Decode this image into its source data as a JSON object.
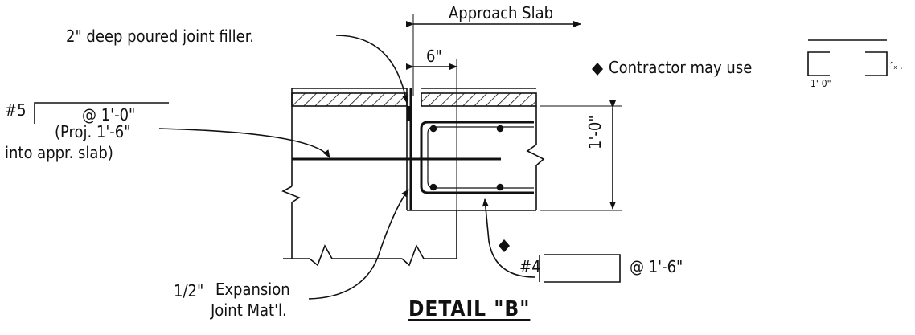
{
  "labels": {
    "approach_slab": "Approach Slab",
    "joint_filler": "2\" deep poured joint filler.",
    "dim_6in": "6\"",
    "contractor_note": "Contractor may use",
    "contractor_suffix": "″ₓ .",
    "contractor_dim": "1'-0\"",
    "bar5_mark": "#5",
    "bar5_spacing": "@ 1'-0\"",
    "bar5_proj": "(Proj. 1'-6\"",
    "bar5_into": "into appr. slab)",
    "dim_1ft": "1'-0\"",
    "bar4_mark": "#4",
    "bar4_spacing": "@ 1'-6\"",
    "expansion_1": "Expansion",
    "expansion_frac": "1/2\"",
    "expansion_2": "Joint Mat'l.",
    "title": "DETAIL \"B\""
  }
}
